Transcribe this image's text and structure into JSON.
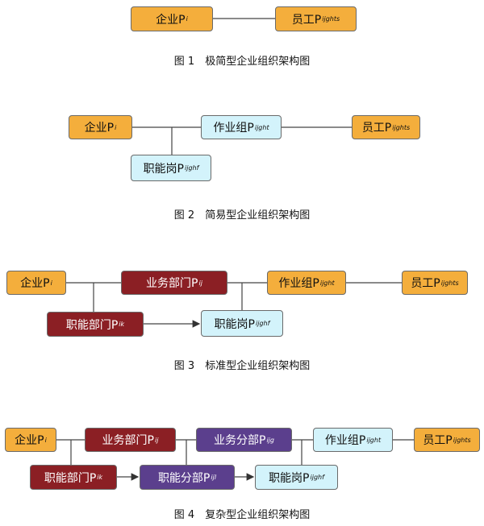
{
  "figures": [
    {
      "caption": "图 1　极简型企业组织架构图",
      "nodes": {
        "enterprise": {
          "label": "企业P",
          "sub": "i"
        },
        "employee": {
          "label": "员工P",
          "sub": "ijghts"
        }
      }
    },
    {
      "caption": "图 2　简易型企业组织架构图",
      "nodes": {
        "enterprise": {
          "label": "企业P",
          "sub": "i"
        },
        "workgroup": {
          "label": "作业组P",
          "sub": "ijght"
        },
        "employee": {
          "label": "员工P",
          "sub": "ijghts"
        },
        "post": {
          "label": "职能岗P",
          "sub": "ijghf"
        }
      }
    },
    {
      "caption": "图 3　标准型企业组织架构图",
      "nodes": {
        "enterprise": {
          "label": "企业P",
          "sub": "i"
        },
        "business_dept": {
          "label": "业务部门P",
          "sub": "ij"
        },
        "workgroup": {
          "label": "作业组P",
          "sub": "ijght"
        },
        "employee": {
          "label": "员工P",
          "sub": "ijghts"
        },
        "function_dept": {
          "label": "职能部门P",
          "sub": "ik"
        },
        "post": {
          "label": "职能岗P",
          "sub": "ijghf"
        }
      }
    },
    {
      "caption": "图 4　复杂型企业组织架构图",
      "nodes": {
        "enterprise": {
          "label": "企业P",
          "sub": "i"
        },
        "business_dept": {
          "label": "业务部门P",
          "sub": "ij"
        },
        "business_branch": {
          "label": "业务分部P",
          "sub": "ijg"
        },
        "workgroup": {
          "label": "作业组P",
          "sub": "ijght"
        },
        "employee": {
          "label": "员工P",
          "sub": "ijghts"
        },
        "function_dept": {
          "label": "职能部门P",
          "sub": "ik"
        },
        "function_branch": {
          "label": "职能分部P",
          "sub": "ijl"
        },
        "post": {
          "label": "职能岗P",
          "sub": "ijghf"
        }
      }
    }
  ],
  "colors": {
    "orange": "#f4ae3c",
    "cyan": "#d3f3fb",
    "red": "#8b1f24",
    "purple": "#5b3f8d",
    "line": "#444444"
  }
}
